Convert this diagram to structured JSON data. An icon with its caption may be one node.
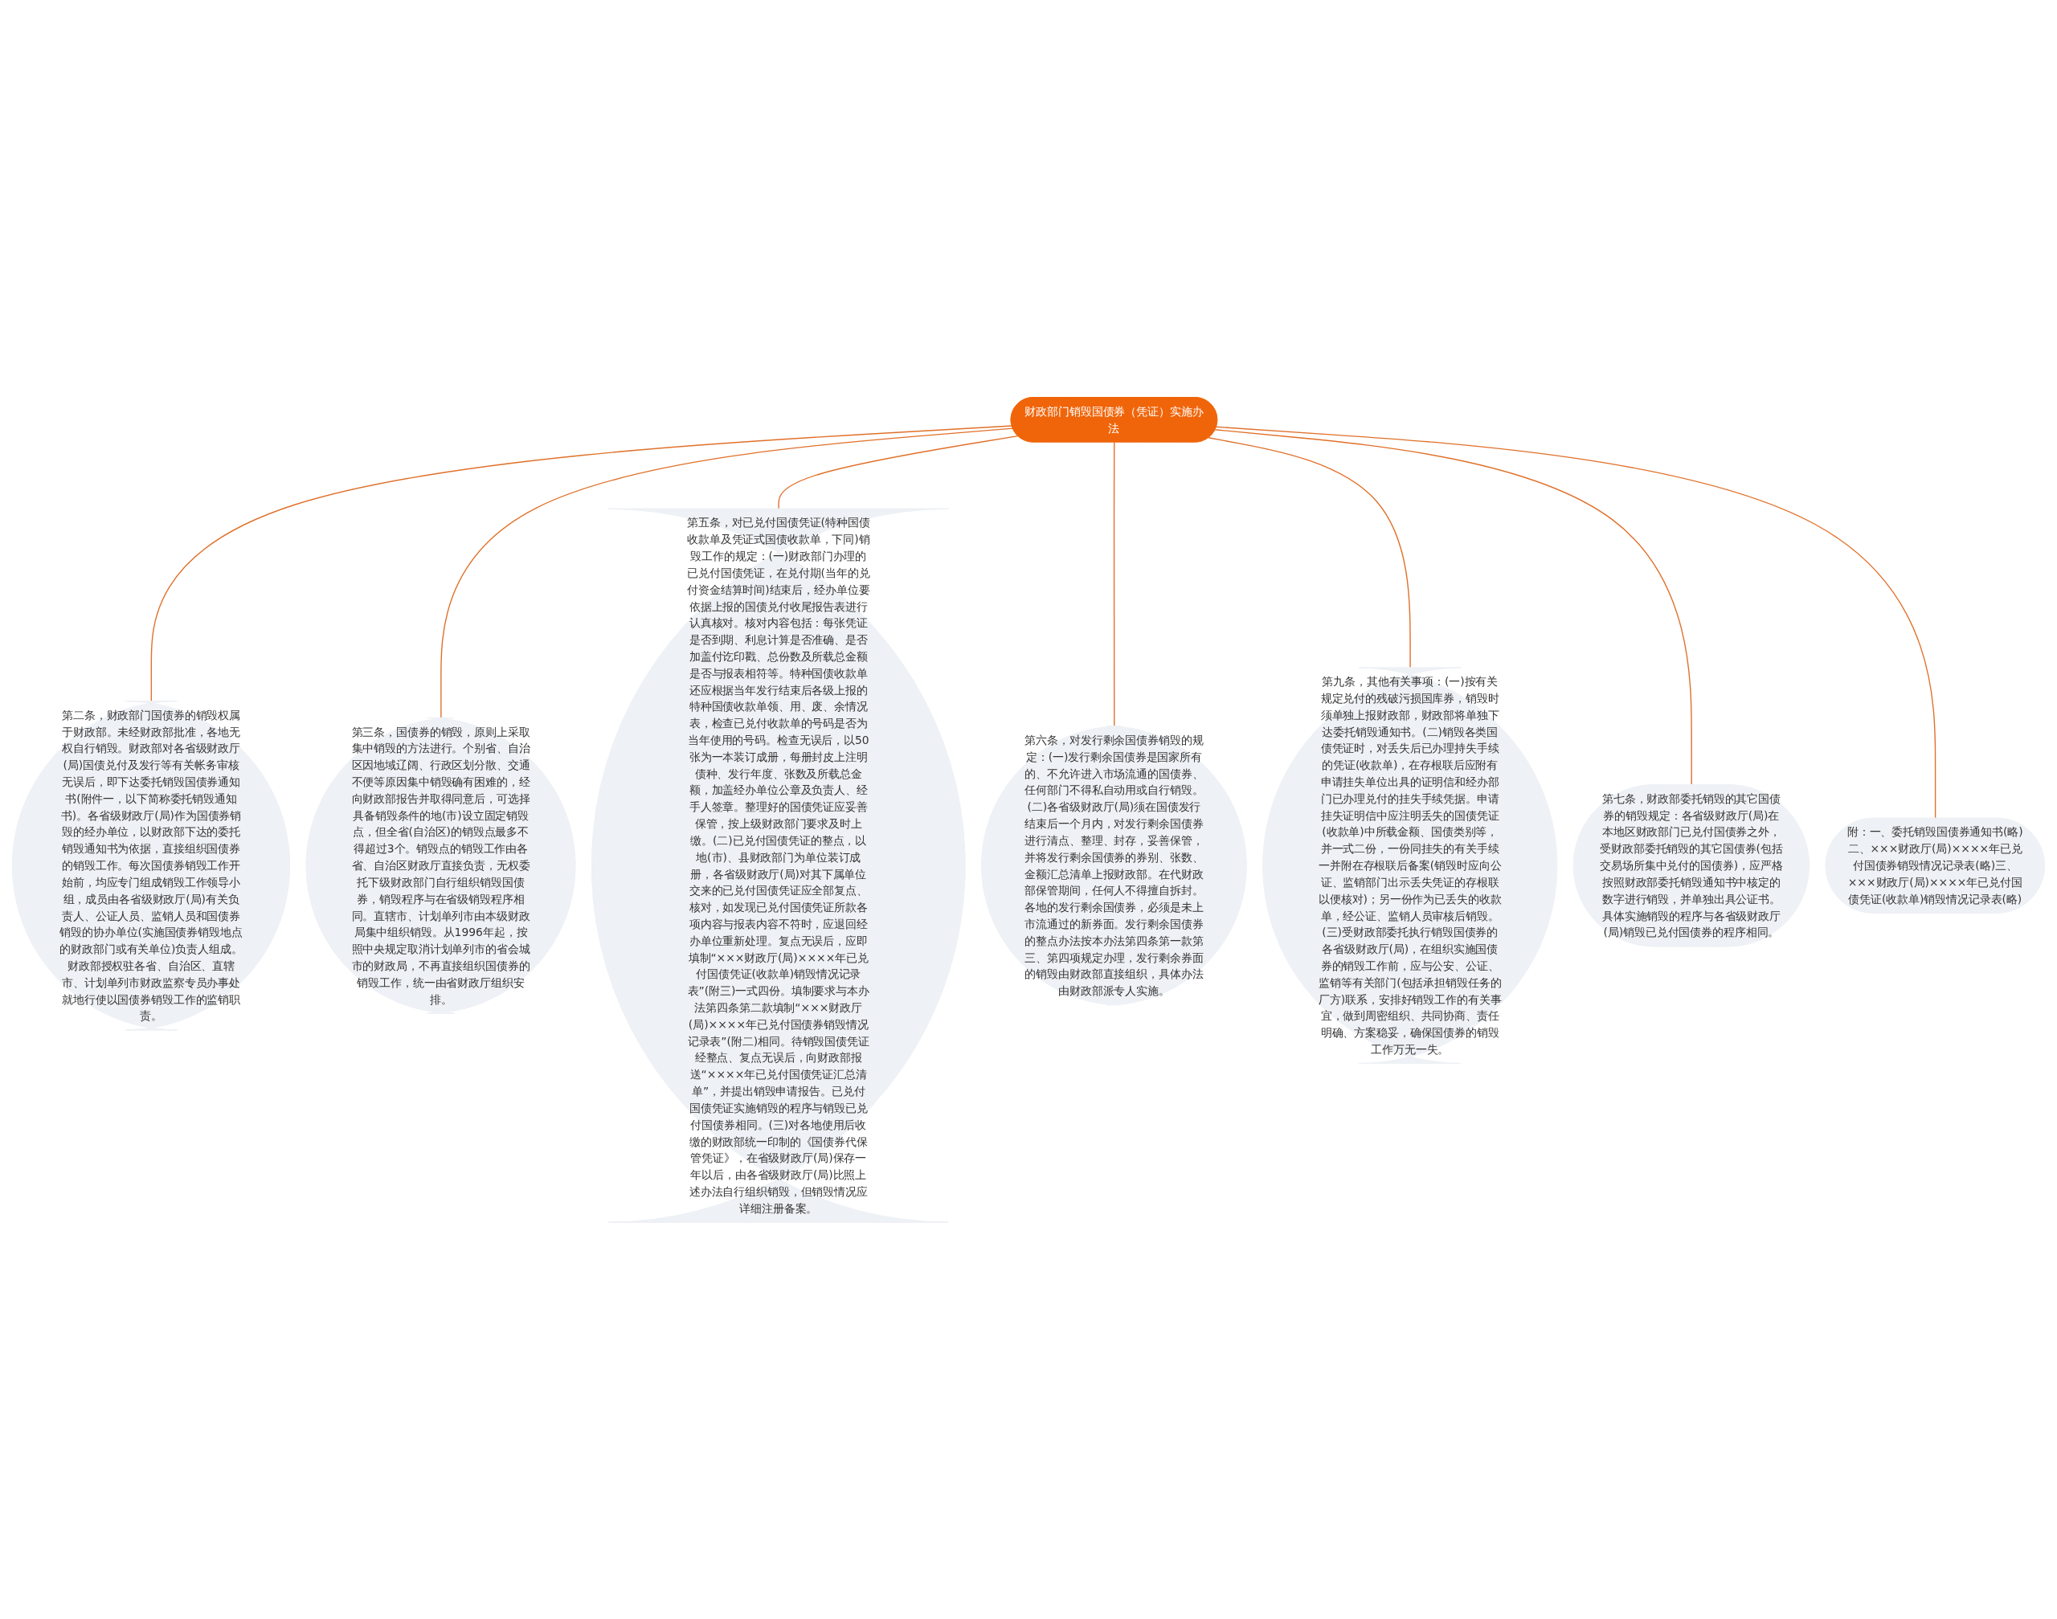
{
  "diagram": {
    "nodes": [
      {
        "text": [
          "财政部门销毁国债券（凭证）实施办法"
        ]
      },
      {
        "text": [
          "第二条，财政部门国债券的销毁权属于财政部。未经财政部批准，各地无权自行销毁。财政部对各省级财政厅(局)国债兑付及发行等有关帐务审核无误后，即下达委托销毁国债券通知书(附件一，以下简称委托销毁通知书)。各省级财政厅(局)作为国债券销毁的经办单位，以财政部下达的委托销毁通知书为依据，直接组织国债券的销毁工作。每次国债券销毁工作开始前，均应专门组成销毁工作领导小组，成员由各省级财政厅(局)有关负责人、公证人员、监销人员和国债券销毁的协办单位(实施国债券销毁地点的财政部门或有关单位)负责人组成。财政部授权驻各省、自治区、直辖市、计划单列市财政监察专员办事处就地行使以国债券销毁工作的监销职责。"
        ]
      },
      {
        "text": [
          "第三条，国债券的销毁，原则上采取集中销毁的方法进行。个别省、自治区因地域辽阔、行政区划分散、交通不便等原因集中销毁确有困难的，经向财政部报告并取得同意后，可选择具备销毁条件的地(市)设立固定销毁点，但全省(自治区)的销毁点最多不得超过3个。销毁点的销毁工作由各省、自治区财政厅直接负责，无权委托下级财政部门自行组织销毁国债券，销毁程序与在省级销毁程序相同。直辖市、计划单列市由本级财政局集中组织销毁。从1996年起，按照中央规定取消计划单列市的省会城市的财政局，不再直接组织国债券的销毁工作，统一由省财政厅组织安排。"
        ]
      },
      {
        "text": [
          "第五条，对已兑付国债凭证(特种国债收款单及凭证式国债收款单，下同)销毁工作的规定：(一)财政部门办理的已兑付国债凭证，在兑付期(当年的兑付资金结算时间)结束后，经办单位要依据上报的国债兑付收尾报告表进行认真核对。核对内容包括：每张凭证是否到期、利息计算是否准确、是否加盖付讫印戳、总份数及所载总金额是否与报表相符等。特种国债收款单还应根据当年发行结束后各级上报的特种国债收款单领、用、废、余情况表，检查已兑付收款单的号码是否为当年使用的号码。检查无误后，以50张为一本装订成册，每册封皮上注明债种、发行年度、张数及所载总金额，加盖经办单位公章及负责人、经手人签章。整理好的国债凭证应妥善保管，按上级财政部门要求及时上缴。(二)已兑付国债凭证的整点，以地(市)、县财政部门为单位装订成册，各省级财政厅(局)对其下属单位交来的已兑付国债凭证应全部复点、核对，如发现已兑付国债凭证所款各项内容与报表内容不符时，应退回经办单位重新处理。复点无误后，应即填制“×××财政厅(局)××××年已兑付国债凭证(收款单)销毁情况记录表”(附三)一式四份。填制要求与本办法第四条第二款填制“×××财政厅(局)××××年已兑付国债券销毁情况记录表”(附二)相同。待销毁国债凭证经整点、复点无误后，向财政部报送“××××年已兑付国债凭证汇总清单”，并提出销毁申请报告。已兑付国债凭证实施销毁的程序与销毁已兑付国债券相同。(三)对各地使用后收缴的财政部统一印制的《国债券代保管凭证》，在省级财政厅(局)保存一年以后，由各省级财政厅(局)比照上述办法自行组织销毁，但销毁情况应详细注册备案。"
        ]
      },
      {
        "text": [
          "第六条，对发行剩余国债券销毁的规定：(一)发行剩余国债券是国家所有的、不允许进入市场流通的国债券、任何部门不得私自动用或自行销毁。(二)各省级财政厅(局)须在国债发行结束后一个月内，对发行剩余国债券进行清点、整理、封存，妥善保管，并将发行剩余国债券的券别、张数、金额汇总清单上报财政部。在代财政部保管期间，任何人不得擅自拆封。各地的发行剩余国债券，必须是未上市流通过的新券面。发行剩余国债券的整点办法按本办法第四条第一款第三、第四项规定办理，发行剩余券面的销毁由财政部直接组织，具体办法由财政部派专人实施。"
        ]
      },
      {
        "text": [
          "第九条，其他有关事项：(一)按有关规定兑付的残破污损国库券，销毁时须单独上报财政部，财政部将单独下达委托销毁通知书。(二)销毁各类国债凭证时，对丢失后已办理持失手续的凭证(收款单)，在存根联后应附有申请挂失单位出具的证明信和经办部门已办理兑付的挂失手续凭据。申请挂失证明信中应注明丢失的国债凭证(收款单)中所载金额、国债类别等，并一式二份，一份同挂失的有关手续一并附在存根联后备案(销毁时应向公证、监销部门出示丢失凭证的存根联以便核对)；另一份作为已丢失的收款单，经公证、监销人员审核后销毁。(三)受财政部委托执行销毁国债券的各省级财政厅(局)，在组织实施国债券的销毁工作前，应与公安、公证、监销等有关部门(包括承担销毁任务的厂方)联系，安排好销毁工作的有关事宜，做到周密组织、共同协商、责任明确、方案稳妥，确保国债券的销毁工作万无一失。"
        ]
      },
      {
        "text": [
          "第七条，财政部委托销毁的其它国债券的销毁规定：各省级财政厅(局)在本地区财政部门已兑付国债券之外，受财政部委托销毁的其它国债券(包括交易场所集中兑付的国债券)，应严格按照财政部委托销毁通知书中核定的数字进行销毁，并单独出具公证书。具体实施销毁的程序与各省级财政厅(局)销毁已兑付国债券的程序相同。"
        ]
      },
      {
        "text": [
          "附：一、委托销毁国债券通知书(略)二、×××财政厅(局)××××年已兑付国债券销毁情况记录表(略)三、×××财政厅(局)××××年已兑付国债凭证(收款单)销毁情况记录表(略)"
        ]
      }
    ],
    "edges": [
      {
        "from": 0,
        "to": 1,
        "arrow": "none"
      },
      {
        "from": 0,
        "to": 2,
        "arrow": "none"
      },
      {
        "from": 0,
        "to": 3,
        "arrow": "none"
      },
      {
        "from": 0,
        "to": 4,
        "arrow": "none"
      },
      {
        "from": 0,
        "to": 5,
        "arrow": "none"
      },
      {
        "from": 0,
        "to": 6,
        "arrow": "none"
      },
      {
        "from": 0,
        "to": 7,
        "arrow": "none"
      }
    ]
  }
}
